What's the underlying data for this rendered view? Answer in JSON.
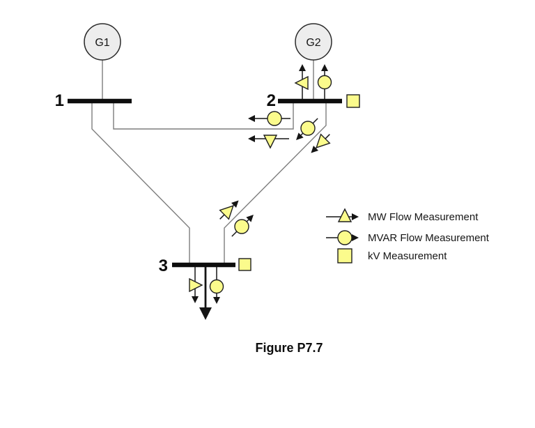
{
  "figure": {
    "caption": "Figure P7.7",
    "type": "power-system one-line diagram with measurement placement"
  },
  "colors": {
    "measurement_yellow": "#FBFB8C",
    "generator_fill": "#EDEDED",
    "line_gray": "#7D7D7D",
    "ink_black": "#151515",
    "background": "#FFFFFF"
  },
  "generators": [
    {
      "id": "G1",
      "label": "G1",
      "at_bus": "1"
    },
    {
      "id": "G2",
      "label": "G2",
      "at_bus": "2"
    }
  ],
  "buses": [
    {
      "id": "bus-1",
      "label": "1"
    },
    {
      "id": "bus-2",
      "label": "2"
    },
    {
      "id": "bus-3",
      "label": "3"
    }
  ],
  "lines": [
    {
      "id": "line-1-2",
      "from": "1",
      "to": "2"
    },
    {
      "id": "line-1-3",
      "from": "1",
      "to": "3"
    },
    {
      "id": "line-2-3",
      "from": "2",
      "to": "3"
    }
  ],
  "measurements": [
    {
      "type": "MW",
      "location": "generator G2 injection at bus 2",
      "direction": "up"
    },
    {
      "type": "MVAR",
      "location": "generator G2 injection at bus 2",
      "direction": "up"
    },
    {
      "type": "kV",
      "location": "bus 2"
    },
    {
      "type": "MVAR",
      "location": "line 2-1 at bus 2 end",
      "direction": "left"
    },
    {
      "type": "MW",
      "location": "line 2-1 at bus 2 end",
      "direction": "left"
    },
    {
      "type": "MVAR",
      "location": "line 2-3 at bus 2 end",
      "direction": "down-left"
    },
    {
      "type": "MW",
      "location": "line 2-3 at bus 2 end",
      "direction": "down-left"
    },
    {
      "type": "MW",
      "location": "line 3-2 at bus 3 end",
      "direction": "up-right"
    },
    {
      "type": "MVAR",
      "location": "line 3-2 at bus 3 end",
      "direction": "up-right"
    },
    {
      "type": "MW",
      "location": "load at bus 3",
      "direction": "down"
    },
    {
      "type": "MVAR",
      "location": "load at bus 3",
      "direction": "down"
    },
    {
      "type": "kV",
      "location": "bus 3"
    }
  ],
  "legend": {
    "items": [
      {
        "symbol": "mw-triangle-arrow",
        "label": "MW Flow Measurement"
      },
      {
        "symbol": "mvar-circle-arrow",
        "label": "MVAR Flow Measurement"
      },
      {
        "symbol": "kv-square",
        "label": "kV Measurement"
      }
    ]
  }
}
